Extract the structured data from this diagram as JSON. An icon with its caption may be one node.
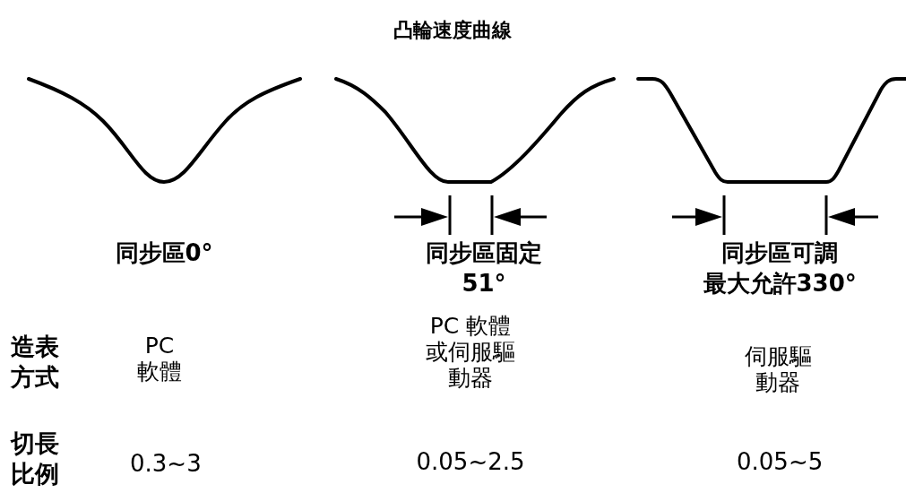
{
  "diagram": {
    "title": "凸輪速度曲線",
    "labels": [
      "同步區0°",
      "同步區固定51°",
      "同步區可調最大允許330°",
      "造表方式",
      "PC 軟體",
      "PC 軟體或伺服驅動器",
      "伺服驅動器",
      "切長比例",
      "0.3~3",
      "0.05~2.5",
      "0.05~5"
    ]
  }
}
